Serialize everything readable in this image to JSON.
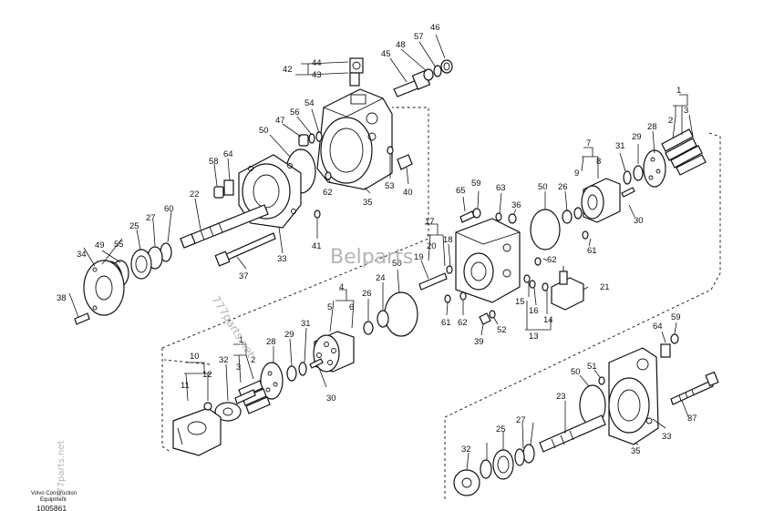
{
  "watermarks": {
    "center": "Belparts",
    "diagonal_left": "777parts.net",
    "vertical": "777parts.net"
  },
  "footer": {
    "line1": "Volvo Construction",
    "line2": "Equipment",
    "ref_id": "1005861"
  },
  "callouts": [
    {
      "id": "c1",
      "text": "1"
    },
    {
      "id": "c2",
      "text": "2"
    },
    {
      "id": "c3",
      "text": "3"
    },
    {
      "id": "c28a",
      "text": "28"
    },
    {
      "id": "c29a",
      "text": "29"
    },
    {
      "id": "c31a",
      "text": "31"
    },
    {
      "id": "c7",
      "text": "7"
    },
    {
      "id": "c8",
      "text": "8"
    },
    {
      "id": "c9",
      "text": "9"
    },
    {
      "id": "c26a",
      "text": "26"
    },
    {
      "id": "c50a",
      "text": "50"
    },
    {
      "id": "c30a",
      "text": "30"
    },
    {
      "id": "c61a",
      "text": "61"
    },
    {
      "id": "c36",
      "text": "36"
    },
    {
      "id": "c63",
      "text": "63"
    },
    {
      "id": "c59a",
      "text": "59"
    },
    {
      "id": "c65",
      "text": "65"
    },
    {
      "id": "c17",
      "text": "17"
    },
    {
      "id": "c20",
      "text": "20"
    },
    {
      "id": "c18",
      "text": "18"
    },
    {
      "id": "c19",
      "text": "19"
    },
    {
      "id": "c62a",
      "text": "62"
    },
    {
      "id": "c21",
      "text": "21"
    },
    {
      "id": "c15",
      "text": "15"
    },
    {
      "id": "c16",
      "text": "16"
    },
    {
      "id": "c14",
      "text": "14"
    },
    {
      "id": "c13",
      "text": "13"
    },
    {
      "id": "c61b",
      "text": "61"
    },
    {
      "id": "c62b",
      "text": "62"
    },
    {
      "id": "c52",
      "text": "52"
    },
    {
      "id": "c39",
      "text": "39"
    },
    {
      "id": "c50b",
      "text": "50"
    },
    {
      "id": "c24",
      "text": "24"
    },
    {
      "id": "c4",
      "text": "4"
    },
    {
      "id": "c5",
      "text": "5"
    },
    {
      "id": "c6",
      "text": "6"
    },
    {
      "id": "c26b",
      "text": "26"
    },
    {
      "id": "c31b",
      "text": "31"
    },
    {
      "id": "c29b",
      "text": "29"
    },
    {
      "id": "c28b",
      "text": "28"
    },
    {
      "id": "c30b",
      "text": "30"
    },
    {
      "id": "c1b",
      "text": "1"
    },
    {
      "id": "c2b",
      "text": "2"
    },
    {
      "id": "c3b",
      "text": "3"
    },
    {
      "id": "c32a",
      "text": "32"
    },
    {
      "id": "c10",
      "text": "10"
    },
    {
      "id": "c11",
      "text": "11"
    },
    {
      "id": "c12",
      "text": "12"
    },
    {
      "id": "c46",
      "text": "46"
    },
    {
      "id": "c57",
      "text": "57"
    },
    {
      "id": "c48",
      "text": "48"
    },
    {
      "id": "c45",
      "text": "45"
    },
    {
      "id": "c44",
      "text": "44"
    },
    {
      "id": "c42",
      "text": "42"
    },
    {
      "id": "c43",
      "text": "43"
    },
    {
      "id": "c47",
      "text": "47"
    },
    {
      "id": "c56",
      "text": "56"
    },
    {
      "id": "c54",
      "text": "54"
    },
    {
      "id": "c50c",
      "text": "50"
    },
    {
      "id": "c62c",
      "text": "62"
    },
    {
      "id": "c35a",
      "text": "35"
    },
    {
      "id": "c53",
      "text": "53"
    },
    {
      "id": "c40",
      "text": "40"
    },
    {
      "id": "c58a",
      "text": "58"
    },
    {
      "id": "c64a",
      "text": "64"
    },
    {
      "id": "c22",
      "text": "22"
    },
    {
      "id": "c33a",
      "text": "33"
    },
    {
      "id": "c41",
      "text": "41"
    },
    {
      "id": "c37a",
      "text": "37"
    },
    {
      "id": "c60",
      "text": "60"
    },
    {
      "id": "c27a",
      "text": "27"
    },
    {
      "id": "c25a",
      "text": "25"
    },
    {
      "id": "c55",
      "text": "55"
    },
    {
      "id": "c49",
      "text": "49"
    },
    {
      "id": "c34",
      "text": "34"
    },
    {
      "id": "c38",
      "text": "38"
    },
    {
      "id": "c64b",
      "text": "64"
    },
    {
      "id": "c59b",
      "text": "59"
    },
    {
      "id": "c50d",
      "text": "50"
    },
    {
      "id": "c51",
      "text": "51"
    },
    {
      "id": "c23",
      "text": "23"
    },
    {
      "id": "c33b",
      "text": "33"
    },
    {
      "id": "c37b",
      "text": "37"
    },
    {
      "id": "c35b",
      "text": "35"
    },
    {
      "id": "c27b",
      "text": "27"
    },
    {
      "id": "c25b",
      "text": "25"
    },
    {
      "id": "c32b",
      "text": "32"
    }
  ]
}
